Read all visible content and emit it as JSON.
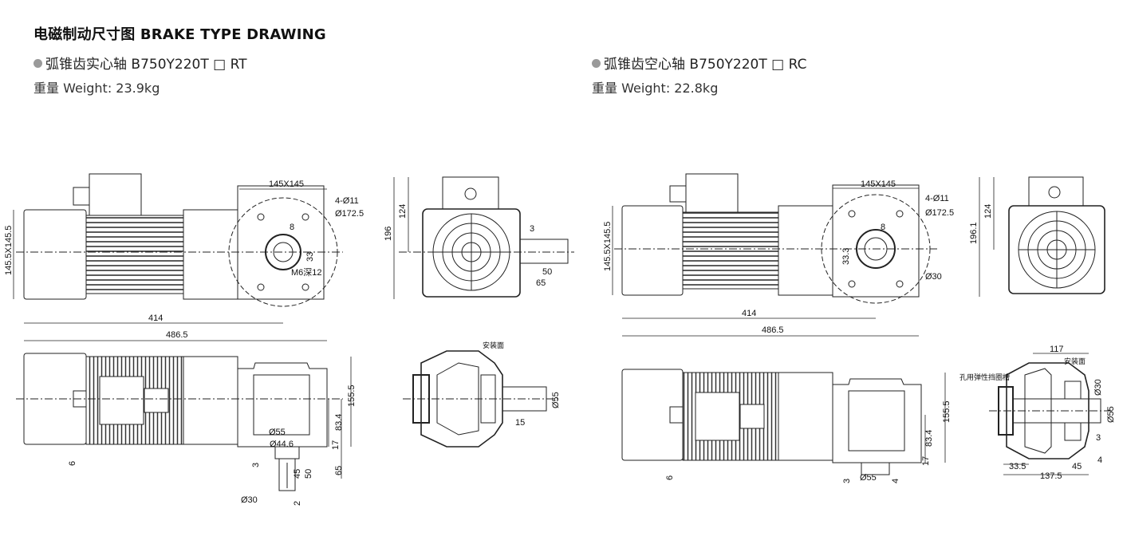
{
  "header": {
    "title": "电磁制动尺寸图 BRAKE TYPE DRAWING"
  },
  "left": {
    "subtitle": "弧锥齿实心轴   B750Y220T □ RT",
    "weight": "重量 Weight: 23.9kg",
    "dims": {
      "flange": "145X145",
      "holes": "4-Ø11",
      "pcd": "Ø172.5",
      "motor_h": "145.5X145.5",
      "len1": "414",
      "len2": "486.5",
      "h196": "196",
      "h124": "124",
      "key8": "8",
      "key33": "33",
      "tap": "M6深12",
      "d3": "3",
      "d50": "50",
      "d65": "65",
      "mount": "安装面",
      "d55r": "Ø55",
      "d15": "15",
      "d155": "155.5",
      "d834": "83.4",
      "d17": "17",
      "d55": "Ø55",
      "d446": "Ø44.6",
      "d6": "6",
      "d3b": "3",
      "d45": "45",
      "d50b": "50",
      "d65b": "65",
      "d30": "Ø30",
      "d2": "2"
    }
  },
  "right": {
    "subtitle": "弧锥齿空心轴   B750Y220T □ RC",
    "weight": "重量 Weight: 22.8kg",
    "dims": {
      "flange": "145X145",
      "holes": "4-Ø11",
      "pcd": "Ø172.5",
      "motor_h": "145.5X145.5",
      "len1": "414",
      "len2": "486.5",
      "h196": "196.1",
      "h124": "124",
      "key8": "8",
      "key33": "33.3",
      "bore": "Ø30",
      "d117": "117",
      "mount": "安装面",
      "ring": "孔用弹性挡圈槽",
      "d30": "Ø30",
      "d55r": "Ø55",
      "d3": "3",
      "d4": "4",
      "d45": "45",
      "d335": "33.5",
      "d1375": "137.5",
      "d155": "155.5",
      "d834": "83.4",
      "d17": "17",
      "d6": "6",
      "d3b": "3",
      "d55": "Ø55",
      "d4b": "4"
    }
  }
}
